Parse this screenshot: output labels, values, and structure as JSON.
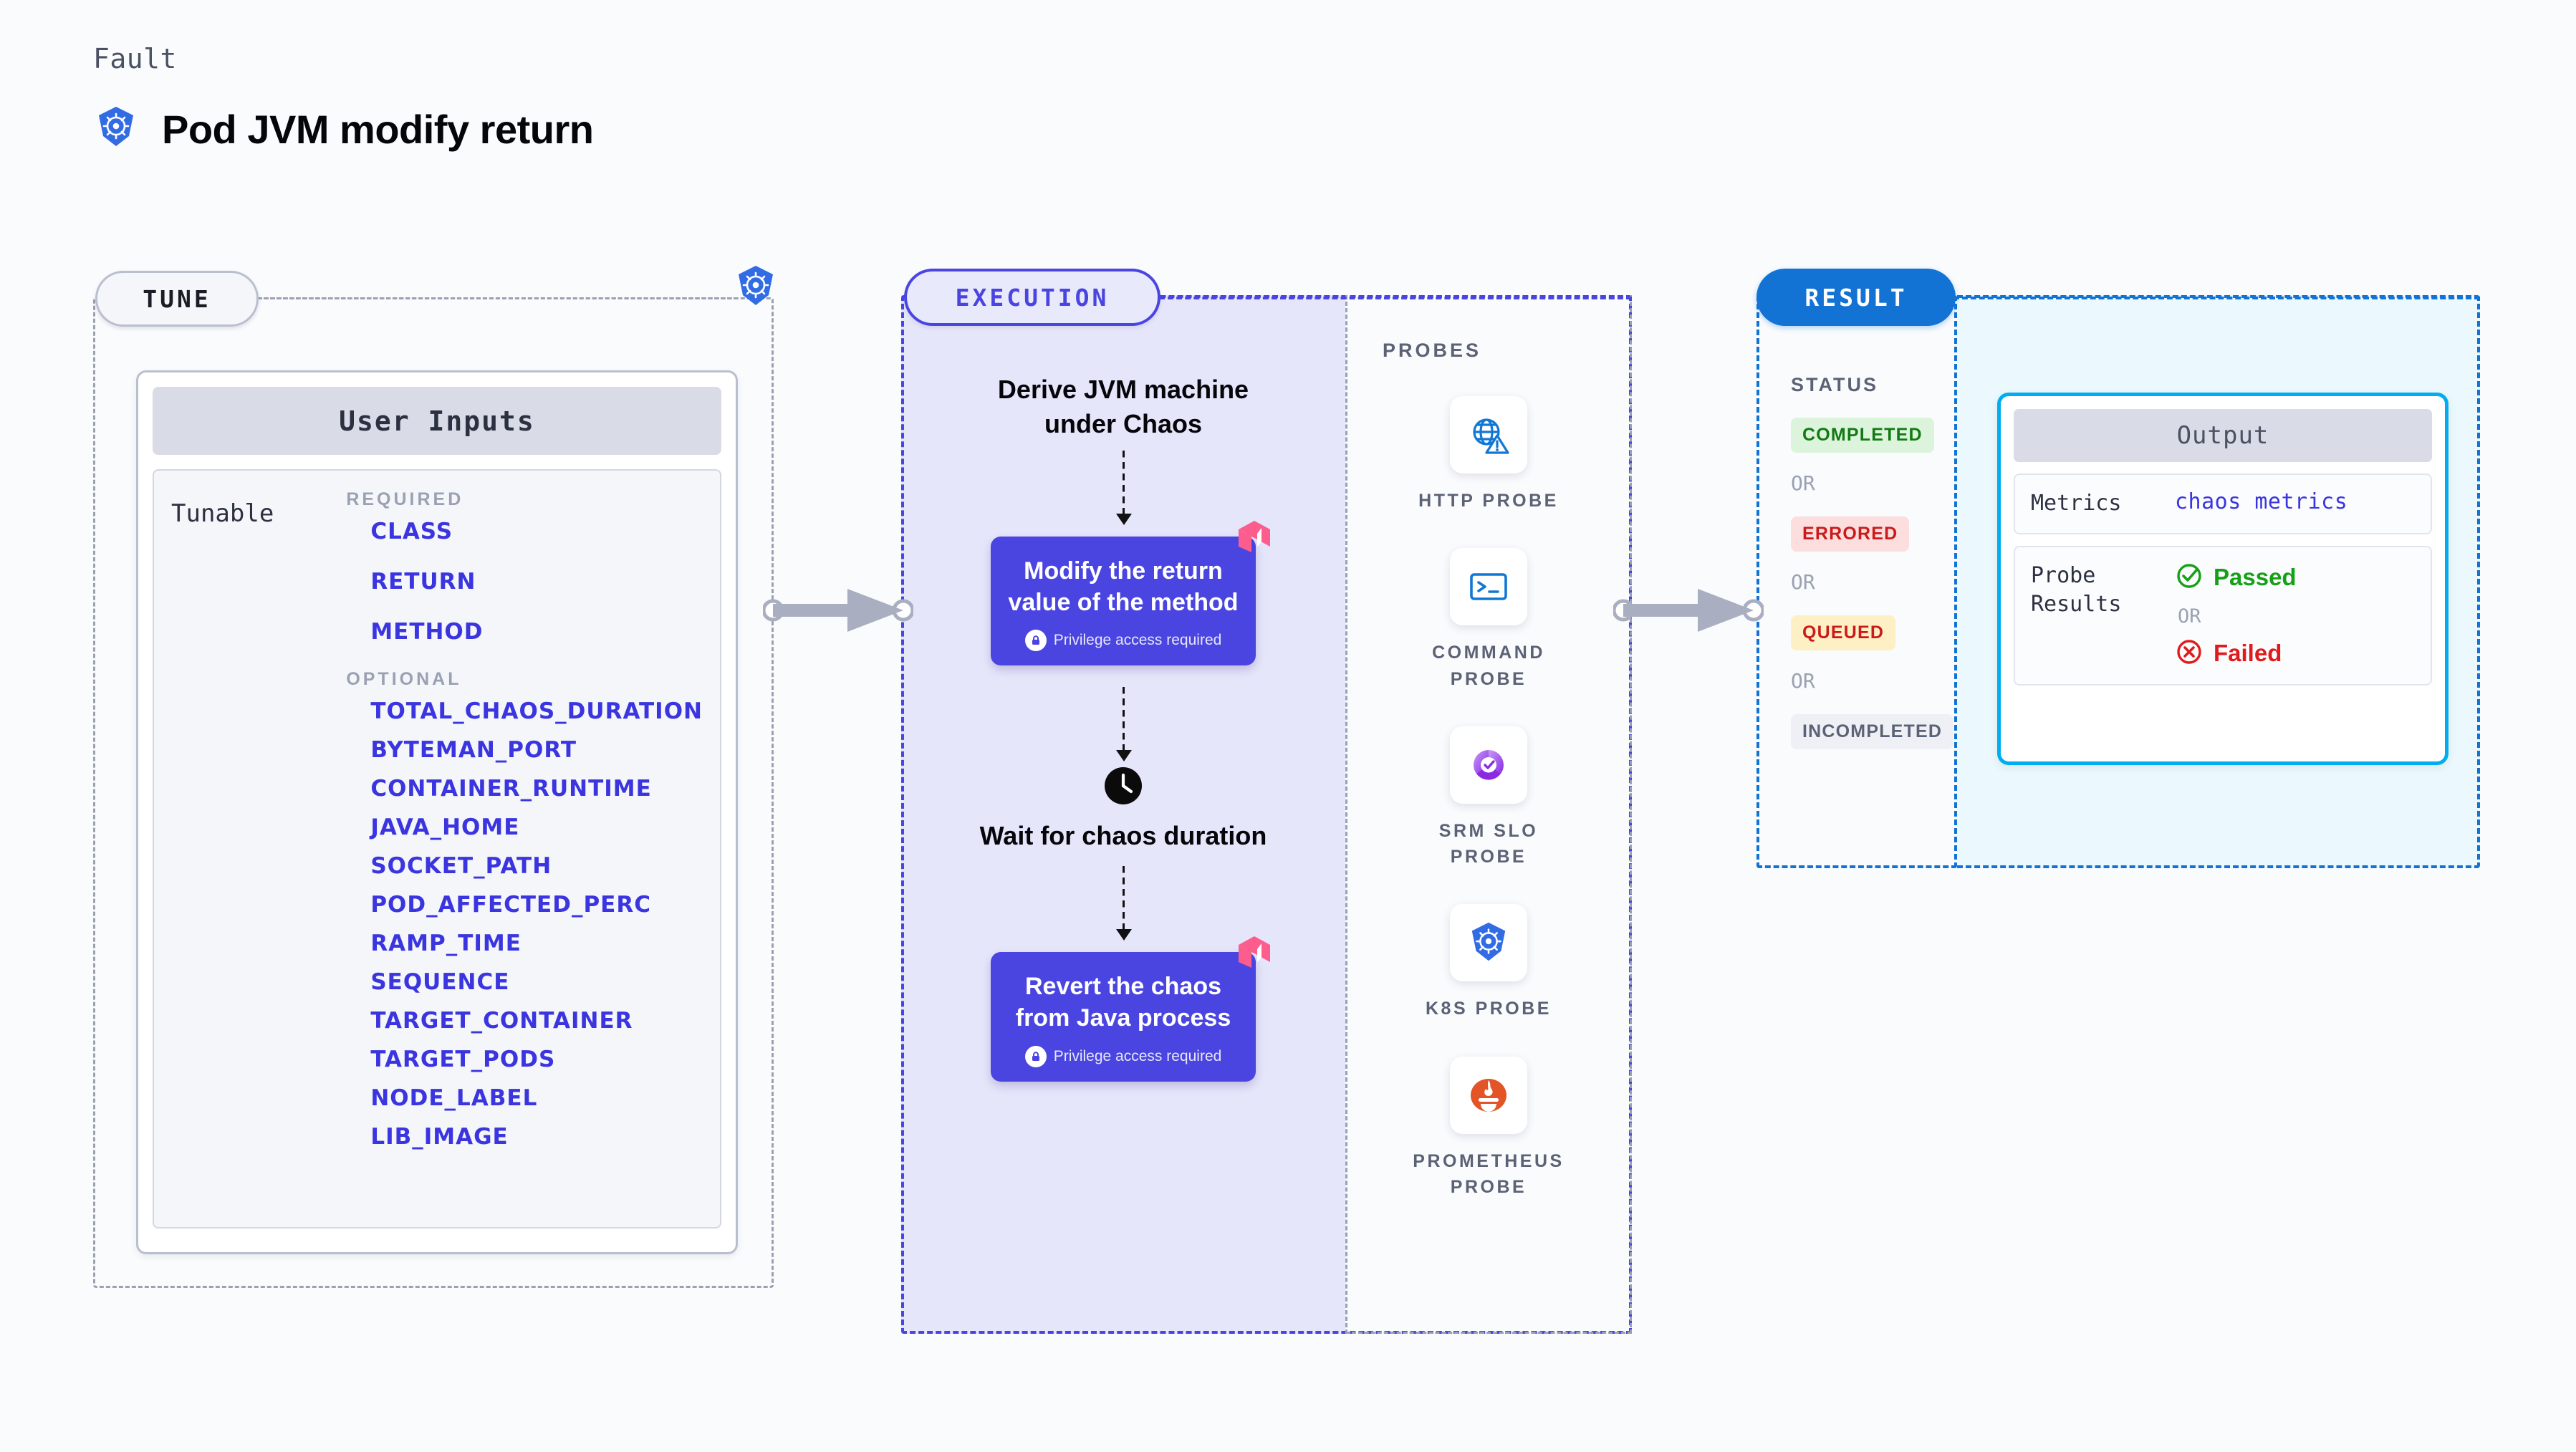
{
  "header": {
    "kicker": "Fault",
    "title": "Pod JVM modify return",
    "icon": "kubernetes-icon"
  },
  "stages": {
    "tune": "TUNE",
    "execution": "EXECUTION",
    "result": "RESULT"
  },
  "tune": {
    "card_title": "User Inputs",
    "tunable_label": "Tunable",
    "required_heading": "REQUIRED",
    "optional_heading": "OPTIONAL",
    "required": [
      "CLASS",
      "RETURN",
      "METHOD"
    ],
    "optional": [
      "TOTAL_CHAOS_DURATION",
      "BYTEMAN_PORT",
      "CONTAINER_RUNTIME",
      "JAVA_HOME",
      "SOCKET_PATH",
      "POD_AFFECTED_PERC",
      "RAMP_TIME",
      "SEQUENCE",
      "TARGET_CONTAINER",
      "TARGET_PODS",
      "NODE_LABEL",
      "LIB_IMAGE"
    ]
  },
  "execution": {
    "step1_title": "Derive JVM machine under Chaos",
    "card1_title": "Modify the return value of the method",
    "card1_note": "Privilege access required",
    "wait_title": "Wait for chaos duration",
    "card2_title": "Revert the chaos from Java process",
    "card2_note": "Privilege access required",
    "clock_icon": "clock-icon",
    "lock_icon": "lock-icon",
    "litmus_icon": "litmus-icon"
  },
  "probes": {
    "heading": "PROBES",
    "items": [
      {
        "label": "HTTP PROBE",
        "icon": "globe-warning-icon"
      },
      {
        "label": "COMMAND\nPROBE",
        "icon": "terminal-icon"
      },
      {
        "label": "SRM SLO\nPROBE",
        "icon": "srm-slo-icon"
      },
      {
        "label": "K8S PROBE",
        "icon": "kubernetes-icon"
      },
      {
        "label": "PROMETHEUS\nPROBE",
        "icon": "prometheus-icon"
      }
    ]
  },
  "result": {
    "status_heading": "STATUS",
    "or_label": "OR",
    "badges": [
      {
        "label": "COMPLETED",
        "bg": "#dcf4dc",
        "fg": "#127a12"
      },
      {
        "label": "ERRORED",
        "bg": "#fcdede",
        "fg": "#cc1a1a"
      },
      {
        "label": "QUEUED",
        "bg": "#fdf0c4",
        "fg": "#cc1a1a"
      },
      {
        "label": "INCOMPLETED",
        "bg": "#eef0f5",
        "fg": "#5b6275"
      }
    ]
  },
  "output": {
    "title": "Output",
    "metrics_label": "Metrics",
    "metrics_value": "chaos metrics",
    "probe_results_label": "Probe\nResults",
    "passed_label": "Passed",
    "failed_label": "Failed",
    "or_label": "OR",
    "passed_icon": "check-circle-icon",
    "failed_icon": "x-circle-icon"
  },
  "colors": {
    "accent_execution": "#4a45e0",
    "accent_result": "#1273d4",
    "accent_output_border": "#00aeef",
    "tunable_param": "#3b35e0",
    "passed": "#16a016",
    "failed": "#e01b1b",
    "litmus_pink": "#fc5d8d"
  }
}
